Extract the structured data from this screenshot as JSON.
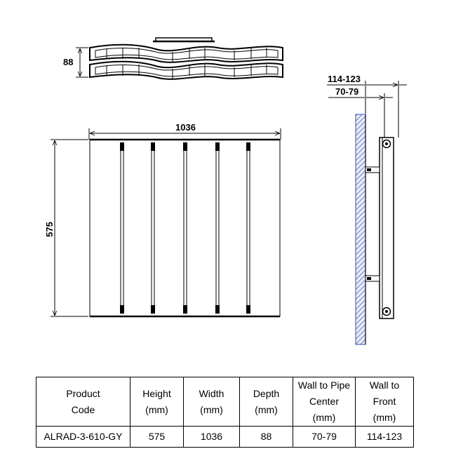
{
  "drawing": {
    "top_view_depth": "88",
    "front_view_width": "1036",
    "front_view_height": "575",
    "side_view_wall_to_front": "114-123",
    "side_view_wall_to_pipe_center": "70-79"
  },
  "table": {
    "headers": [
      [
        "Product",
        "Code"
      ],
      [
        "Height",
        "(mm)"
      ],
      [
        "Width",
        "(mm)"
      ],
      [
        "Depth",
        "(mm)"
      ],
      [
        "Wall to Pipe",
        "Center",
        "(mm)"
      ],
      [
        "Wall to",
        "Front",
        "(mm)"
      ]
    ],
    "row": {
      "code": "ALRAD-3-610-GY",
      "height": "575",
      "width": "1036",
      "depth": "88",
      "wall_to_pipe": "70-79",
      "wall_to_front": "114-123"
    }
  }
}
